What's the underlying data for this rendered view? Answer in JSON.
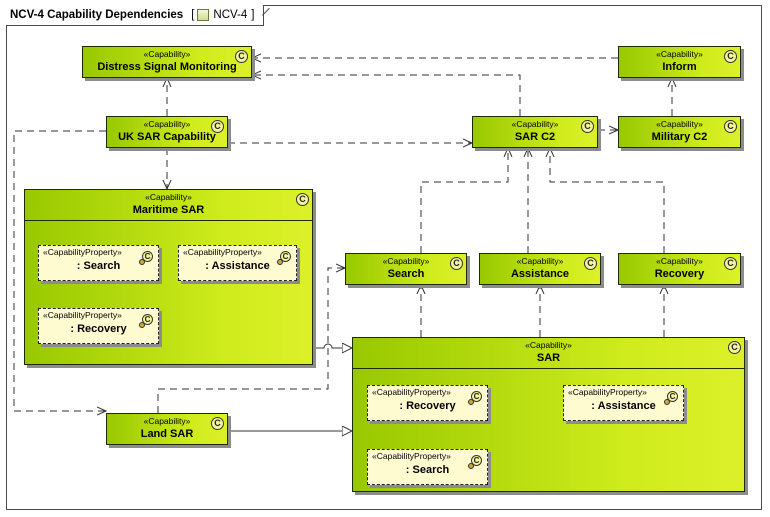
{
  "frame": {
    "title": "NCV-4 Capability Dependencies",
    "bracket_open": "[",
    "ref": "NCV-4",
    "bracket_close": "]"
  },
  "nodes": {
    "distress": {
      "stereotype": "«Capability»",
      "name": "Distress Signal Monitoring"
    },
    "inform": {
      "stereotype": "«Capability»",
      "name": "Inform"
    },
    "uksar": {
      "stereotype": "«Capability»",
      "name": "UK SAR Capability"
    },
    "sarc2": {
      "stereotype": "«Capability»",
      "name": "SAR C2"
    },
    "militaryc2": {
      "stereotype": "«Capability»",
      "name": "Military C2"
    },
    "maritime": {
      "stereotype": "«Capability»",
      "name": "Maritime SAR"
    },
    "search": {
      "stereotype": "«Capability»",
      "name": "Search"
    },
    "assistance": {
      "stereotype": "«Capability»",
      "name": "Assistance"
    },
    "recovery": {
      "stereotype": "«Capability»",
      "name": "Recovery"
    },
    "sar": {
      "stereotype": "«Capability»",
      "name": "SAR"
    },
    "landsar": {
      "stereotype": "«Capability»",
      "name": "Land SAR"
    }
  },
  "properties": {
    "m_search": {
      "stereotype": "«CapabilityProperty»",
      "name": ": Search"
    },
    "m_assistance": {
      "stereotype": "«CapabilityProperty»",
      "name": ": Assistance"
    },
    "m_recovery": {
      "stereotype": "«CapabilityProperty»",
      "name": ": Recovery"
    },
    "s_recovery": {
      "stereotype": "«CapabilityProperty»",
      "name": ": Recovery"
    },
    "s_assistance": {
      "stereotype": "«CapabilityProperty»",
      "name": ": Assistance"
    },
    "s_search": {
      "stereotype": "«CapabilityProperty»",
      "name": ": Search"
    }
  },
  "icons": {
    "class": "C"
  },
  "colors": {
    "capability_fill_start": "#98c800",
    "capability_fill_end": "#dcf02a",
    "property_fill": "#fffbd0"
  }
}
